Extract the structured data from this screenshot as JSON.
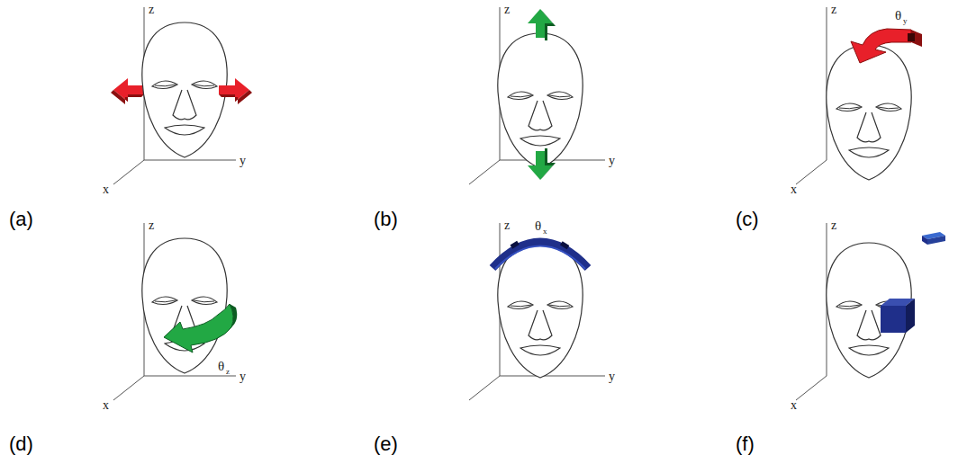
{
  "diagram": {
    "labels": [
      "z",
      "x",
      "y",
      "(a)",
      "z",
      "y",
      "(b)",
      "z",
      "θ",
      "y",
      "x",
      "(c)",
      "z",
      "θ",
      "z",
      "x",
      "y",
      "(d)",
      "z",
      "θ",
      "x",
      "y",
      "(e)",
      "z",
      "x",
      "(f)"
    ]
  }
}
